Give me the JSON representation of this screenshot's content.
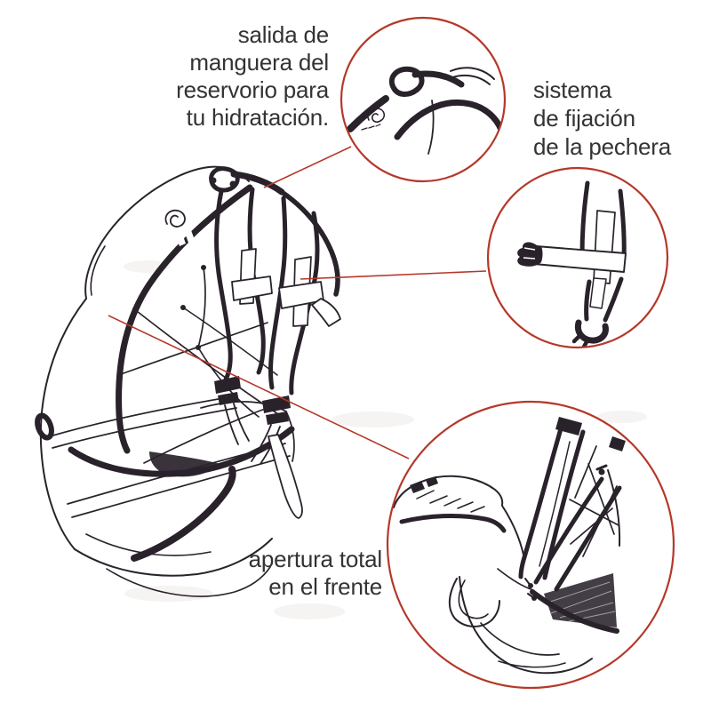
{
  "colors": {
    "accent": "#b5382a",
    "ink": "#29222b",
    "text": "#333333",
    "paper": "#ffffff"
  },
  "annotations": {
    "hydration": {
      "text": "salida de\nmanguera del\nreservorio para\ntu hidratación."
    },
    "chest_strap": {
      "text": "sistema\nde fijación\nde la pechera"
    },
    "front_opening": {
      "text": "apertura total\nen el frente"
    }
  }
}
